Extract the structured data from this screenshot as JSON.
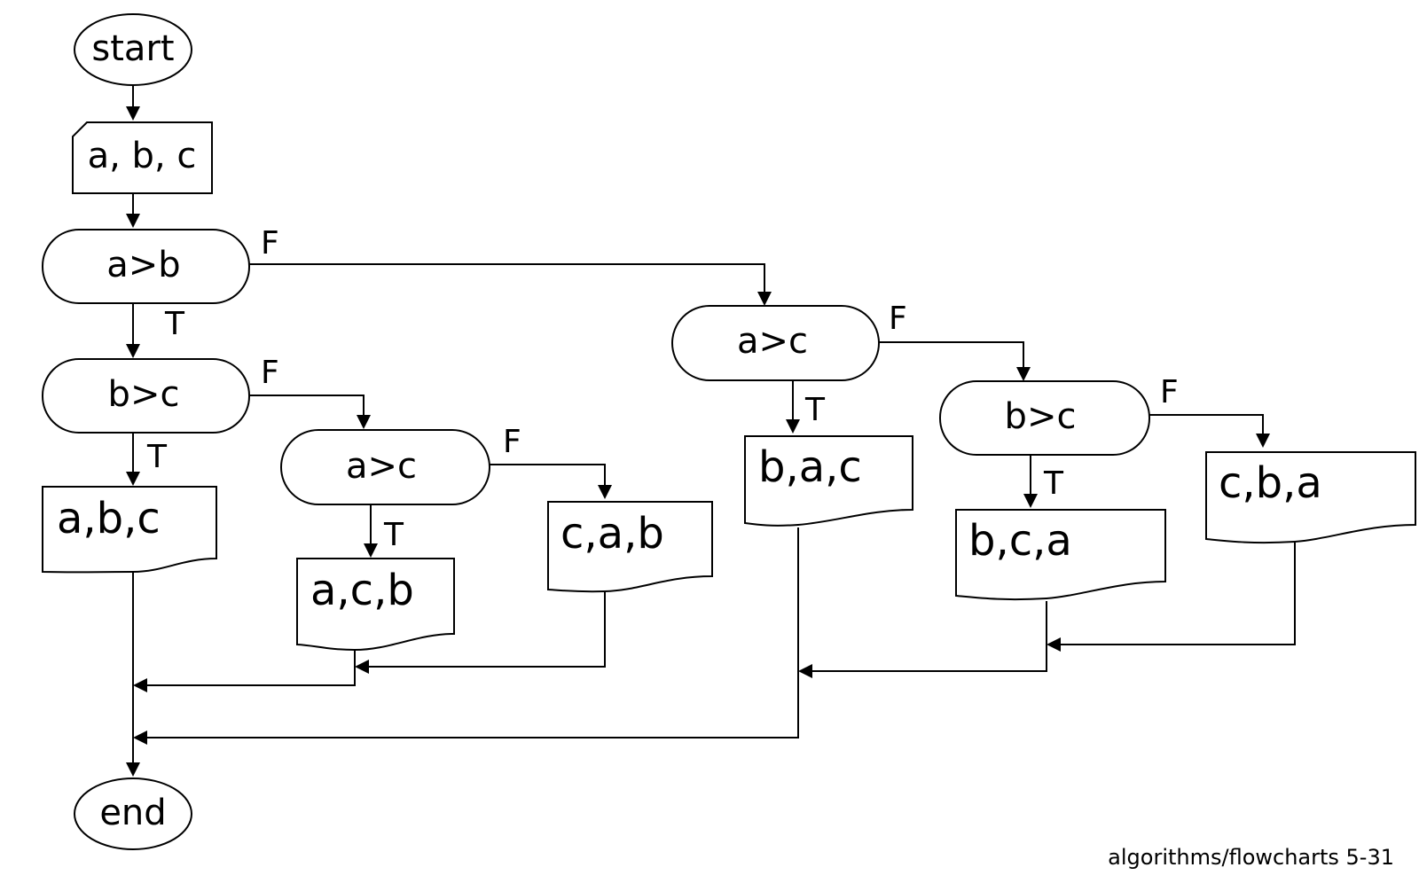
{
  "flowchart": {
    "start": "start",
    "input": "a, b, c",
    "decisions": {
      "a_gt_b": "a>b",
      "b_gt_c_left": "b>c",
      "a_gt_c_left": "a>c",
      "a_gt_c_right": "a>c",
      "b_gt_c_right": "b>c"
    },
    "outputs": {
      "abc": "a,b,c",
      "acb": "a,c,b",
      "cab": "c,a,b",
      "bac": "b,a,c",
      "bca": "b,c,a",
      "cba": "c,b,a"
    },
    "labels": {
      "true": "T",
      "false": "F"
    },
    "end": "end"
  },
  "footer": "algorithms/flowcharts 5-31"
}
